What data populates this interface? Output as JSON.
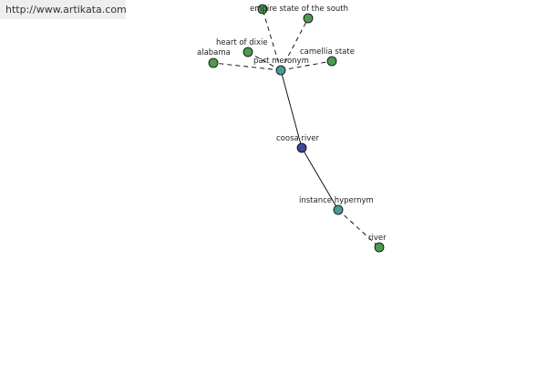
{
  "site_url": "http://www.artikata.com",
  "colors": {
    "word_node": "#4f9a4f",
    "relation_node": "#4a9a9a",
    "center_node": "#3a4a9a",
    "edge": "#000000"
  },
  "nodes": [
    {
      "id": "empire-state-of-the-south",
      "label": "empire state of the south",
      "kind": "word"
    },
    {
      "id": "node-top-right",
      "label": "",
      "kind": "word"
    },
    {
      "id": "heart-of-dixie",
      "label": "heart of dixie",
      "kind": "word"
    },
    {
      "id": "alabama",
      "label": "alabama",
      "kind": "word"
    },
    {
      "id": "camellia-state",
      "label": "camellia state",
      "kind": "word"
    },
    {
      "id": "part-meronym",
      "label": "part meronym",
      "kind": "relation"
    },
    {
      "id": "coosa-river",
      "label": "coosa river",
      "kind": "center"
    },
    {
      "id": "instance-hypernym",
      "label": "instance hypernym",
      "kind": "relation"
    },
    {
      "id": "river",
      "label": "river",
      "kind": "word"
    }
  ],
  "edges": [
    {
      "from": "part-meronym",
      "to": "empire-state-of-the-south",
      "style": "dashed"
    },
    {
      "from": "part-meronym",
      "to": "node-top-right",
      "style": "dashed"
    },
    {
      "from": "part-meronym",
      "to": "heart-of-dixie",
      "style": "dashed"
    },
    {
      "from": "part-meronym",
      "to": "alabama",
      "style": "dashed"
    },
    {
      "from": "part-meronym",
      "to": "camellia-state",
      "style": "dashed"
    },
    {
      "from": "coosa-river",
      "to": "part-meronym",
      "style": "solid"
    },
    {
      "from": "coosa-river",
      "to": "instance-hypernym",
      "style": "solid"
    },
    {
      "from": "instance-hypernym",
      "to": "river",
      "style": "dashed"
    }
  ]
}
